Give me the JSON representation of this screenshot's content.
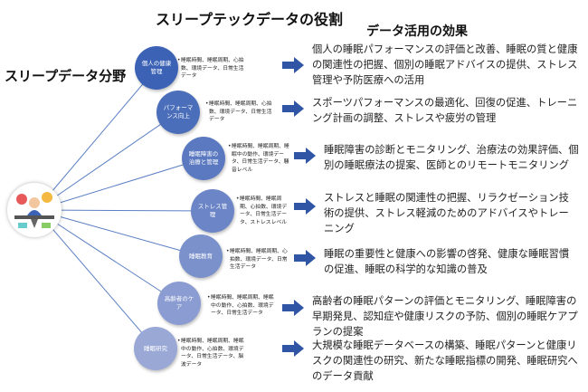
{
  "titles": {
    "roles": "スリープテックデータの役割",
    "effects": "データ活用の効果",
    "field": "スリープデータ分野"
  },
  "colors": {
    "dark": "#3b62b5",
    "light": "#9aa8d6",
    "arrow": "#2f55a4",
    "line": "#5b7fc4"
  },
  "rows": [
    {
      "label": "個人の健康管理",
      "data": "睡眠時間、睡眠周期、心拍数、環境データ、日常生活データ",
      "effect": "個人の睡眠パフォーマンスの評価と改善、睡眠の質と健康の関連性の把握、個別の睡眠アドバイスの提供、ストレス管理や予防医療への活用"
    },
    {
      "label": "パフォーマンス向上",
      "data": "睡眠時間、睡眠周期、心拍数、環境データ、日常生活データ",
      "effect": "スポーツパフォーマンスの最適化、回復の促進、トレーニング計画の調整、ストレスや疲労の管理"
    },
    {
      "label": "睡眠障害の治療と管理",
      "data": "睡眠時間、睡眠周期、睡眠中の動作、環境データ、日常生活データ、騒音レベル",
      "effect": "睡眠障害の診断とモニタリング、治療法の効果評価、個別の睡眠療法の提案、医師とのリモートモニタリング"
    },
    {
      "label": "ストレス管理",
      "data": "睡眠時間、睡眠周期、心拍数、環境データ、日常生活データ、ストレスレベル",
      "effect": "ストレスと睡眠の関連性の把握、リラクゼーション技術の提供、ストレス軽減のためのアドバイスやトレーニング"
    },
    {
      "label": "睡眠教育",
      "data": "睡眠時間、睡眠周期、心拍数、環境データ、日常生活データ",
      "effect": "睡眠の重要性と健康への影響の啓発、健康な睡眠習慣の促進、睡眠の科学的な知識の普及"
    },
    {
      "label": "高齢者のケア",
      "data": "睡眠時間、睡眠周期、睡眠中の動作、心拍数、環境データ、日常生活データ",
      "effect": "高齢者の睡眠パターンの評価とモニタリング、睡眠障害の早期発見、認知症や健康リスクの予防、個別の睡眠ケアプランの提案"
    },
    {
      "label": "睡眠研究",
      "data": "睡眠時間、睡眠周期、睡眠中の動作、心拍数、環境データ、日常生活データ、脳波データ",
      "effect": "大規模な睡眠データベースの構築、睡眠パターンと健康リスクの関連性の研究、新たな睡眠指標の開発、睡眠研究へのデータ貢献"
    }
  ]
}
